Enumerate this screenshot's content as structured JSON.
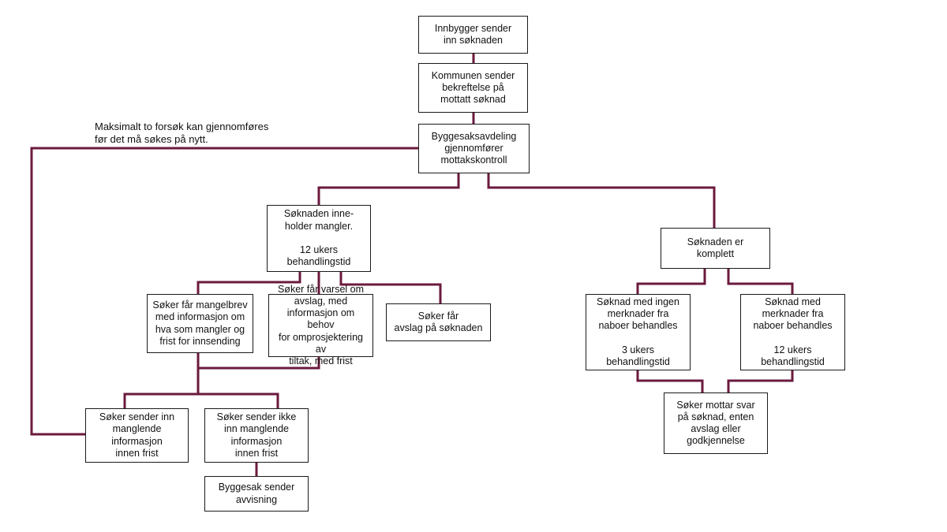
{
  "colors": {
    "connector": "#6b1a3e",
    "box_border": "#1a1a1a",
    "background": "#ffffff"
  },
  "note": "Maksimalt to forsøk kan gjennomføres\nfør det må søkes på nytt.",
  "nodes": {
    "innbygger": "Innbygger sender\ninn søknaden",
    "bekreftelse": "Kommunen sender\nbekreftelse på\nmottatt søknad",
    "mottakskontroll": "Byggesaksavdeling\ngjennomfører\nmottakskontroll",
    "mangler": "Søknaden inne-\nholder mangler.\n\n12 ukers\nbehandlingstid",
    "komplett": "Søknaden er\nkomplett",
    "mangelbrev": "Søker får mangelbrev\nmed informasjon om\nhva som mangler og\nfrist for innsending",
    "varsel_avslag": "Søker får varsel om\navslag, med\ninformasjon om behov\nfor omprosjektering av\ntiltak, med frist",
    "avslag": "Søker får\navslag på søknaden",
    "sender_inn": "Søker sender inn\nmanglende\ninformasjon\ninnen frist",
    "sender_ikke": "Søker sender ikke\ninn manglende\ninformasjon\ninnen frist",
    "avvisning": "Byggesak sender\navvisning",
    "ingen_merknader": "Søknad med ingen\nmerknader fra\nnaboer behandles\n\n3 ukers\nbehandlingstid",
    "med_merknader": "Søknad med\nmerknader fra\nnaboer behandles\n\n12 ukers\nbehandlingstid",
    "svar": "Søker mottar svar\npå søknad, enten\navslag eller\ngodkjennelse"
  }
}
